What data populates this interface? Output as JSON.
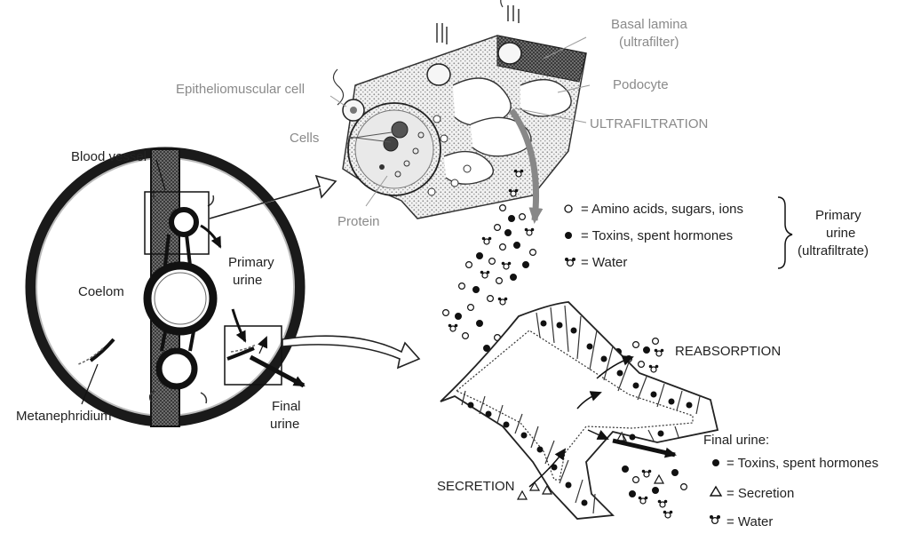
{
  "labels": {
    "basal_lamina": "Basal lamina",
    "basal_lamina_sub": "(ultrafilter)",
    "podocyte": "Podocyte",
    "epitheliomuscular_cell": "Epitheliomuscular cell",
    "ultrafiltration": "ULTRAFILTRATION",
    "cells": "Cells",
    "protein": "Protein",
    "blood_vessel": "Blood vessel",
    "primary_urine_line1": "Primary",
    "primary_urine_line2": "urine",
    "coelom": "Coelom",
    "metanephridium": "Metanephridium",
    "final_urine_line1": "Final",
    "final_urine_line2": "urine",
    "reabsorption": "REABSORPTION",
    "secretion": "SECRETION"
  },
  "legend_primary": {
    "items": [
      {
        "symbol": "open-circle",
        "text": "= Amino acids, sugars, ions"
      },
      {
        "symbol": "filled-circle",
        "text": "= Toxins, spent hormones"
      },
      {
        "symbol": "water",
        "text": "= Water"
      }
    ],
    "group_line1": "Primary",
    "group_line2": "urine",
    "group_line3": "(ultrafiltrate)"
  },
  "legend_final": {
    "title": "Final urine:",
    "items": [
      {
        "symbol": "filled-circle",
        "text": "= Toxins, spent hormones"
      },
      {
        "symbol": "triangle",
        "text": "= Secretion"
      },
      {
        "symbol": "water",
        "text": "= Water"
      }
    ]
  }
}
